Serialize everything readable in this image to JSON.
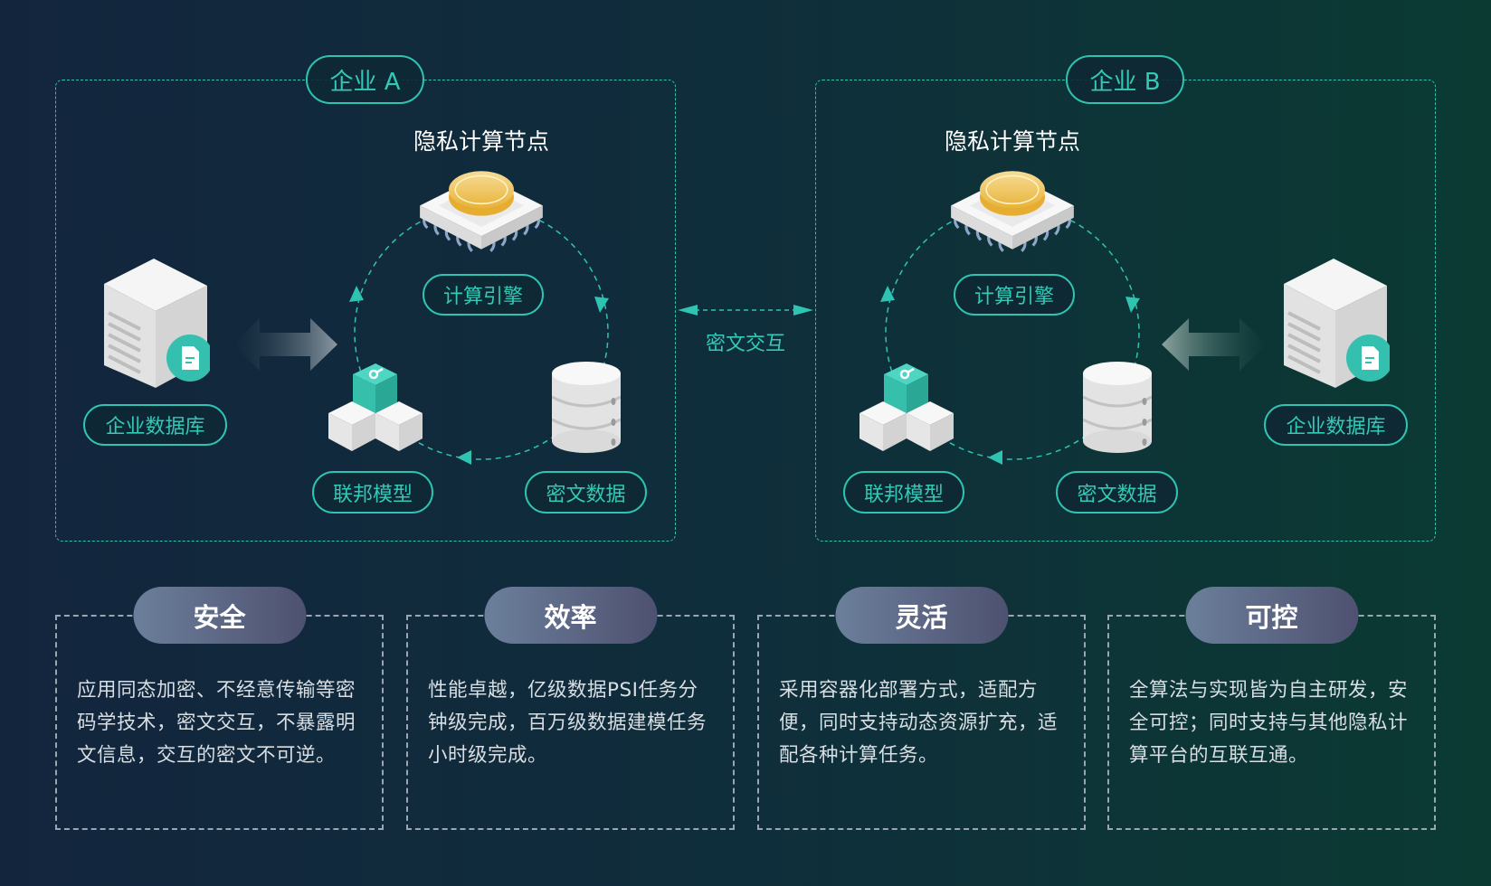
{
  "enterprise_a": {
    "label": "企业 A",
    "node_title": "隐私计算节点",
    "engine": "计算引擎",
    "database": "企业数据库",
    "model": "联邦模型",
    "cipher_data": "密文数据"
  },
  "enterprise_b": {
    "label": "企业 B",
    "node_title": "隐私计算节点",
    "engine": "计算引擎",
    "database": "企业数据库",
    "model": "联邦模型",
    "cipher_data": "密文数据"
  },
  "exchange_label": "密文交互",
  "features": [
    {
      "title": "安全",
      "text": "应用同态加密、不经意传输等密码学技术，密文交互，不暴露明文信息，交互的密文不可逆。"
    },
    {
      "title": "效率",
      "text": "性能卓越，亿级数据PSI任务分钟级完成，百万级数据建模任务小时级完成。"
    },
    {
      "title": "灵活",
      "text": "采用容器化部署方式，适配方便，同时支持动态资源扩充，适配各种计算任务。"
    },
    {
      "title": "可控",
      "text": "全算法与实现皆为自主研发，安全可控；同时支持与其他隐私计算平台的互联互通。"
    }
  ],
  "colors": {
    "accent": "#2fc3b2",
    "badge_start": "#6b7f9b",
    "badge_end": "#4e5170"
  }
}
